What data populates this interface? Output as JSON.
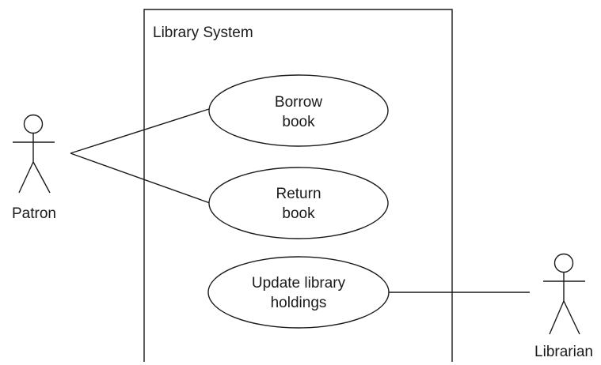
{
  "system": {
    "title": "Library System"
  },
  "use_cases": [
    {
      "id": "borrow",
      "line1": "Borrow",
      "line2": "book"
    },
    {
      "id": "return",
      "line1": "Return",
      "line2": "book"
    },
    {
      "id": "update",
      "line1": "Update library",
      "line2": "holdings"
    }
  ],
  "actors": {
    "patron": {
      "label": "Patron"
    },
    "librarian": {
      "label": "Librarian"
    }
  },
  "colors": {
    "line": "#1a1a1a",
    "background": "#ffffff"
  }
}
